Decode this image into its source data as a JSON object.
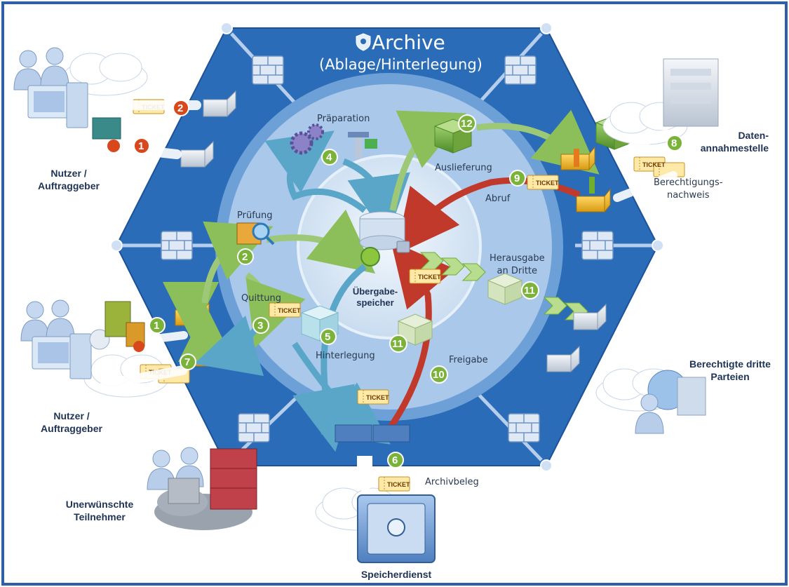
{
  "title": {
    "main": "Archive",
    "sub": "(Ablage/Hinterlegung)"
  },
  "actors": {
    "user_top": [
      "Nutzer /",
      "Auftraggeber"
    ],
    "user_bottom": [
      "Nutzer /",
      "Auftraggeber"
    ],
    "data_acceptance": [
      "Daten-",
      "annahmestelle"
    ],
    "third_parties": [
      "Berechtigte dritte",
      "Parteien"
    ],
    "unwanted": [
      "Unerwünschte",
      "Teilnehmer"
    ],
    "storage_service": "Speicherdienst"
  },
  "labels": {
    "preparation": "Präparation",
    "check": "Prüfung",
    "receipt": "Quittung",
    "handover_store": [
      "Übergabe-",
      "speicher"
    ],
    "deposit": "Hinterlegung",
    "release": "Freigabe",
    "delivery": "Auslieferung",
    "retrieval": "Abruf",
    "authorization": [
      "Berechtigungs-",
      "nachweis"
    ],
    "third_release": [
      "Herausgabe",
      "an Dritte"
    ],
    "archive_receipt": "Archivbeleg"
  },
  "ticket_text": "TICKET",
  "steps": [
    "1",
    "2",
    "1",
    "2",
    "3",
    "4",
    "5",
    "6",
    "7",
    "8",
    "9",
    "10",
    "11",
    "11",
    "12"
  ],
  "colors": {
    "hexagon": "#2a6cb8",
    "hexagon_dark": "#1d5299",
    "ring_outer": "#8fb7e0",
    "ring_inner": "#b9d3ee",
    "core": "#d9e8f6",
    "badge_green": "#7bb33a",
    "badge_red": "#d8481c",
    "frame": "#2f5fa8"
  }
}
